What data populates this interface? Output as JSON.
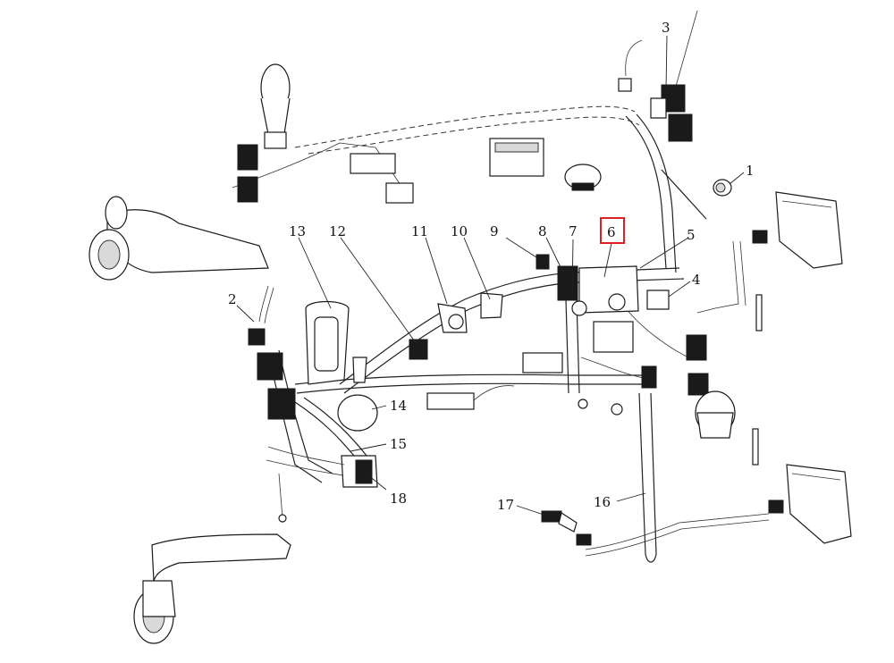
{
  "diagram": {
    "highlight_color": "#e02020",
    "highlighted_callout": "6",
    "callouts": [
      {
        "label": "1"
      },
      {
        "label": "2"
      },
      {
        "label": "3"
      },
      {
        "label": "4"
      },
      {
        "label": "5"
      },
      {
        "label": "6"
      },
      {
        "label": "7"
      },
      {
        "label": "8"
      },
      {
        "label": "9"
      },
      {
        "label": "10"
      },
      {
        "label": "11"
      },
      {
        "label": "12"
      },
      {
        "label": "13"
      },
      {
        "label": "14"
      },
      {
        "label": "15"
      },
      {
        "label": "16"
      },
      {
        "label": "17"
      },
      {
        "label": "18"
      }
    ]
  }
}
